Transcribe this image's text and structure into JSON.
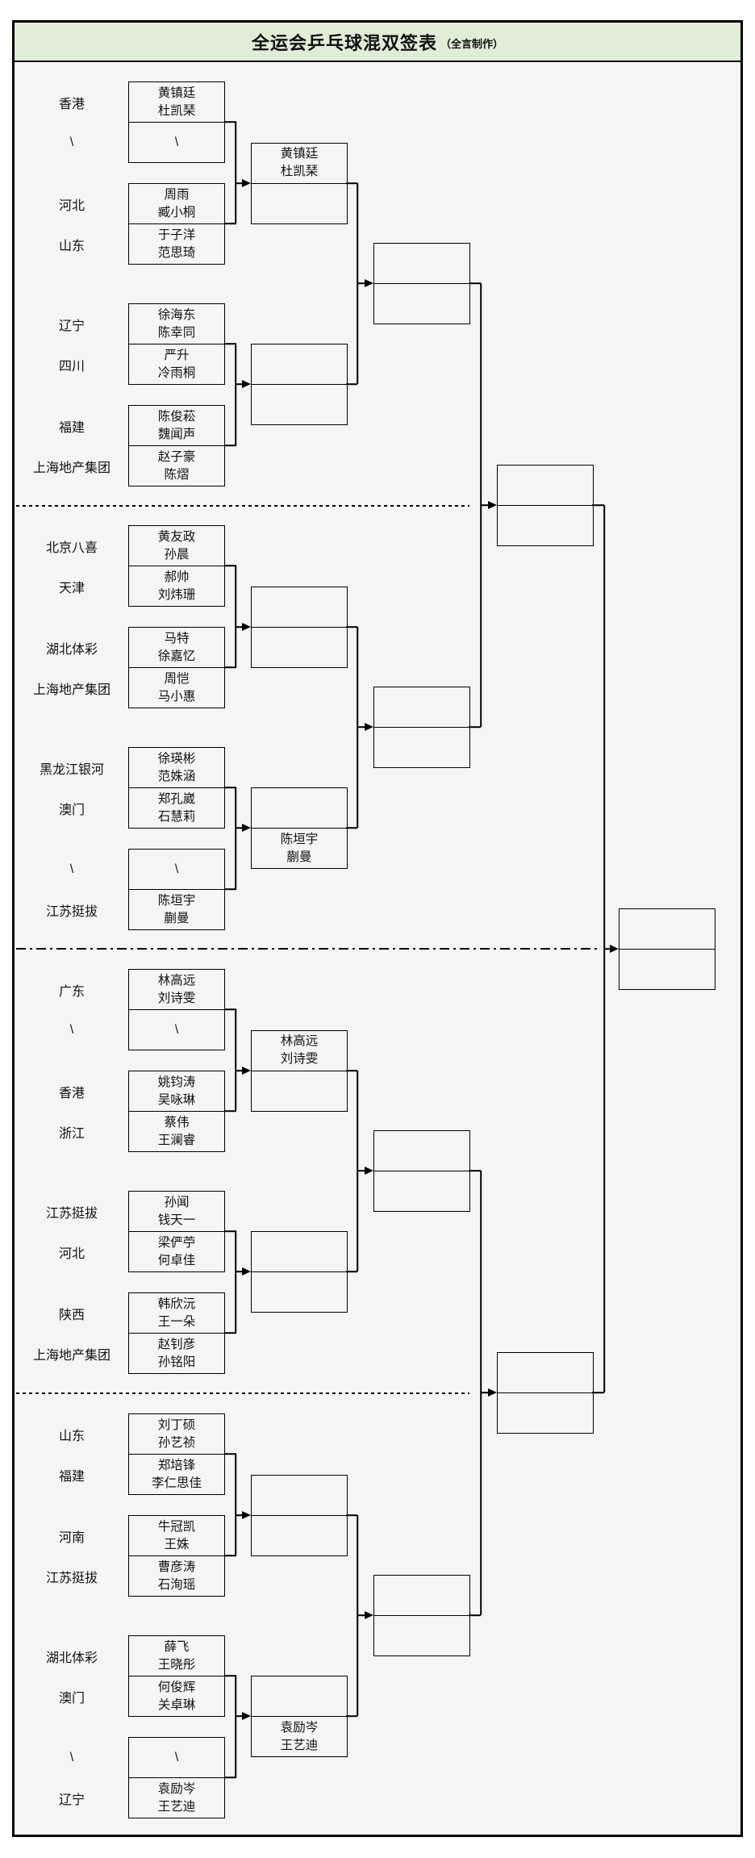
{
  "page": {
    "title": "全运会乒乓球混双签表",
    "title_note": "（全言制作）"
  },
  "colors": {
    "title_bg": "#e2edd8",
    "canvas_bg": "#f5f5f5",
    "line": "#000000"
  },
  "sections": [
    {
      "teams": [
        {
          "region": "香港",
          "name1": "黄镇廷",
          "name2": "杜凯琹"
        },
        {
          "region": "\\",
          "name1": "\\",
          "name2": ""
        },
        {
          "region": "河北",
          "name1": "周雨",
          "name2": "臧小桐"
        },
        {
          "region": "山东",
          "name1": "于子洋",
          "name2": "范思琦"
        },
        {
          "region": "辽宁",
          "name1": "徐海东",
          "name2": "陈幸同"
        },
        {
          "region": "四川",
          "name1": "严升",
          "name2": "冷雨桐"
        },
        {
          "region": "福建",
          "name1": "陈俊菘",
          "name2": "魏闻声"
        },
        {
          "region": "上海地产集团",
          "name1": "赵子豪",
          "name2": "陈熠"
        }
      ],
      "advancer": {
        "name1": "黄镇廷",
        "name2": "杜凯琹",
        "slot": "top"
      }
    },
    {
      "teams": [
        {
          "region": "北京八喜",
          "name1": "黄友政",
          "name2": "孙晨"
        },
        {
          "region": "天津",
          "name1": "郝帅",
          "name2": "刘炜珊"
        },
        {
          "region": "湖北体彩",
          "name1": "马特",
          "name2": "徐嘉忆"
        },
        {
          "region": "上海地产集团",
          "name1": "周恺",
          "name2": "马小惠"
        },
        {
          "region": "黑龙江银河",
          "name1": "徐瑛彬",
          "name2": "范姝涵"
        },
        {
          "region": "澳门",
          "name1": "郑孔崴",
          "name2": "石慧莉"
        },
        {
          "region": "\\",
          "name1": "\\",
          "name2": ""
        },
        {
          "region": "江苏挺拔",
          "name1": "陈垣宇",
          "name2": "蒯曼"
        }
      ],
      "advancer": {
        "name1": "陈垣宇",
        "name2": "蒯曼",
        "slot": "bottom"
      }
    },
    {
      "teams": [
        {
          "region": "广东",
          "name1": "林高远",
          "name2": "刘诗雯"
        },
        {
          "region": "\\",
          "name1": "\\",
          "name2": ""
        },
        {
          "region": "香港",
          "name1": "姚钧涛",
          "name2": "吴咏琳"
        },
        {
          "region": "浙江",
          "name1": "蔡伟",
          "name2": "王澜睿"
        },
        {
          "region": "江苏挺拔",
          "name1": "孙闻",
          "name2": "钱天一"
        },
        {
          "region": "河北",
          "name1": "梁俨苧",
          "name2": "何卓佳"
        },
        {
          "region": "陕西",
          "name1": "韩欣沅",
          "name2": "王一朵"
        },
        {
          "region": "上海地产集团",
          "name1": "赵钊彦",
          "name2": "孙铭阳"
        }
      ],
      "advancer": {
        "name1": "林高远",
        "name2": "刘诗雯",
        "slot": "top"
      }
    },
    {
      "teams": [
        {
          "region": "山东",
          "name1": "刘丁硕",
          "name2": "孙艺祯"
        },
        {
          "region": "福建",
          "name1": "郑培锋",
          "name2": "李仁思佳"
        },
        {
          "region": "河南",
          "name1": "牛冠凯",
          "name2": "王姝"
        },
        {
          "region": "江苏挺拔",
          "name1": "曹彦涛",
          "name2": "石洵瑶"
        },
        {
          "region": "湖北体彩",
          "name1": "薛飞",
          "name2": "王晓彤"
        },
        {
          "region": "澳门",
          "name1": "何俊辉",
          "name2": "关卓琳"
        },
        {
          "region": "\\",
          "name1": "\\",
          "name2": ""
        },
        {
          "region": "辽宁",
          "name1": "袁励岑",
          "name2": "王艺迪"
        }
      ],
      "advancer": {
        "name1": "袁励岑",
        "name2": "王艺迪",
        "slot": "bottom"
      }
    }
  ]
}
